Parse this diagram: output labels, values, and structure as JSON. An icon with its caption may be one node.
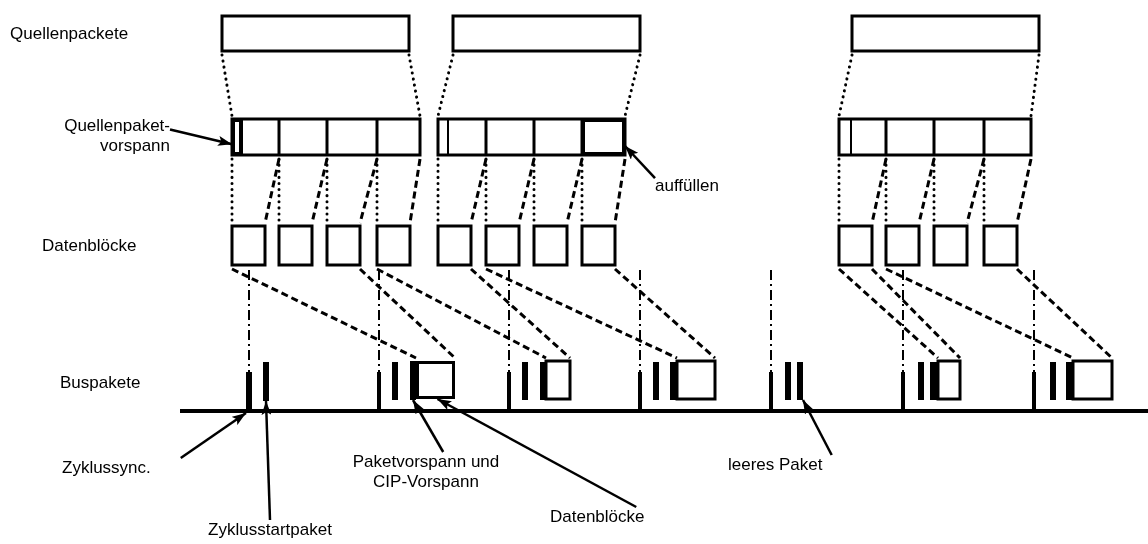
{
  "diagram": {
    "nodes": [
      {
        "text": [
          "Quellenpaket- vorspann"
        ]
      },
      {
        "text": [],
        "shape": "box"
      },
      {
        "text": [
          "auffüllen"
        ]
      },
      {
        "text": [],
        "shape": "box"
      },
      {
        "text": [
          "Zyklussync."
        ]
      },
      {
        "text": [],
        "shape": "bar"
      },
      {
        "text": [
          "Zyklusstartpaket"
        ]
      },
      {
        "text": [],
        "shape": "bar"
      },
      {
        "text": [
          "Paketvorspann und CIP-Vorspann"
        ]
      },
      {
        "text": [],
        "shape": "bar"
      },
      {
        "text": [
          "Datenblöcke"
        ]
      },
      {
        "text": [],
        "shape": "box"
      },
      {
        "text": [
          "leeres Paket"
        ]
      },
      {
        "text": [],
        "shape": "bar"
      }
    ],
    "edges": [
      {
        "from": 0,
        "to": 1,
        "arrow": "to"
      },
      {
        "from": 2,
        "to": 3,
        "arrow": "to"
      },
      {
        "from": 4,
        "to": 5,
        "arrow": "to"
      },
      {
        "from": 6,
        "to": 7,
        "arrow": "to"
      },
      {
        "from": 8,
        "to": 9,
        "arrow": "to"
      },
      {
        "from": 10,
        "to": 11,
        "arrow": "to"
      },
      {
        "from": 12,
        "to": 13,
        "arrow": "to"
      }
    ],
    "labels": [
      "Quellenpackete",
      "Datenblöcke",
      "Buspakete"
    ]
  }
}
